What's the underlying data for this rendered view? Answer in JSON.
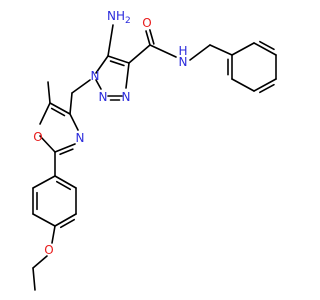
{
  "colors": {
    "bond": "#000000",
    "nitrogen": "#2b2bdc",
    "oxygen": "#e81c1c",
    "background": "#ffffff"
  },
  "labels": {
    "amino": "NH2",
    "amino_main": "NH",
    "amino_sub": "2",
    "amide_nh": "H",
    "amide_n": "N",
    "amide_o": "O",
    "triazole_n1": "N",
    "triazole_n2": "N",
    "triazole_n3": "N",
    "oxazole_n": "N",
    "oxazole_o": "O",
    "ether_o": "O"
  }
}
